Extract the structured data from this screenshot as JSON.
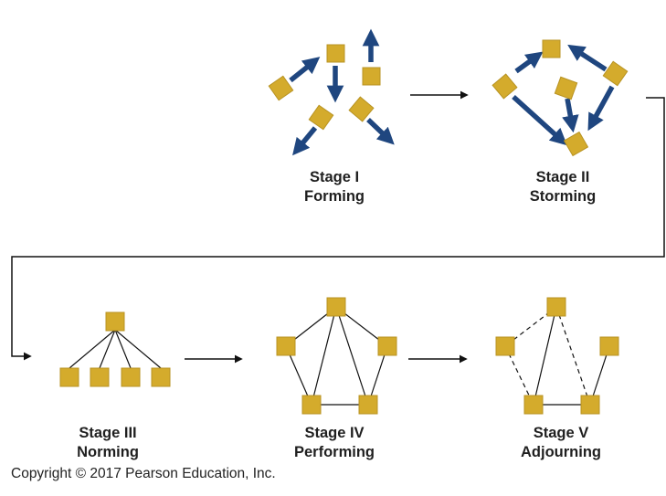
{
  "colors": {
    "node": "#d4ab2c",
    "node_edge": "#b89323",
    "arrow": "#1f467f",
    "line": "#111111"
  },
  "stages": [
    {
      "stage": "Stage I",
      "name": "Forming"
    },
    {
      "stage": "Stage II",
      "name": "Storming"
    },
    {
      "stage": "Stage III",
      "name": "Norming"
    },
    {
      "stage": "Stage IV",
      "name": "Performing"
    },
    {
      "stage": "Stage V",
      "name": "Adjourning"
    }
  ],
  "copyright": "Copyright © 2017 Pearson Education, Inc."
}
